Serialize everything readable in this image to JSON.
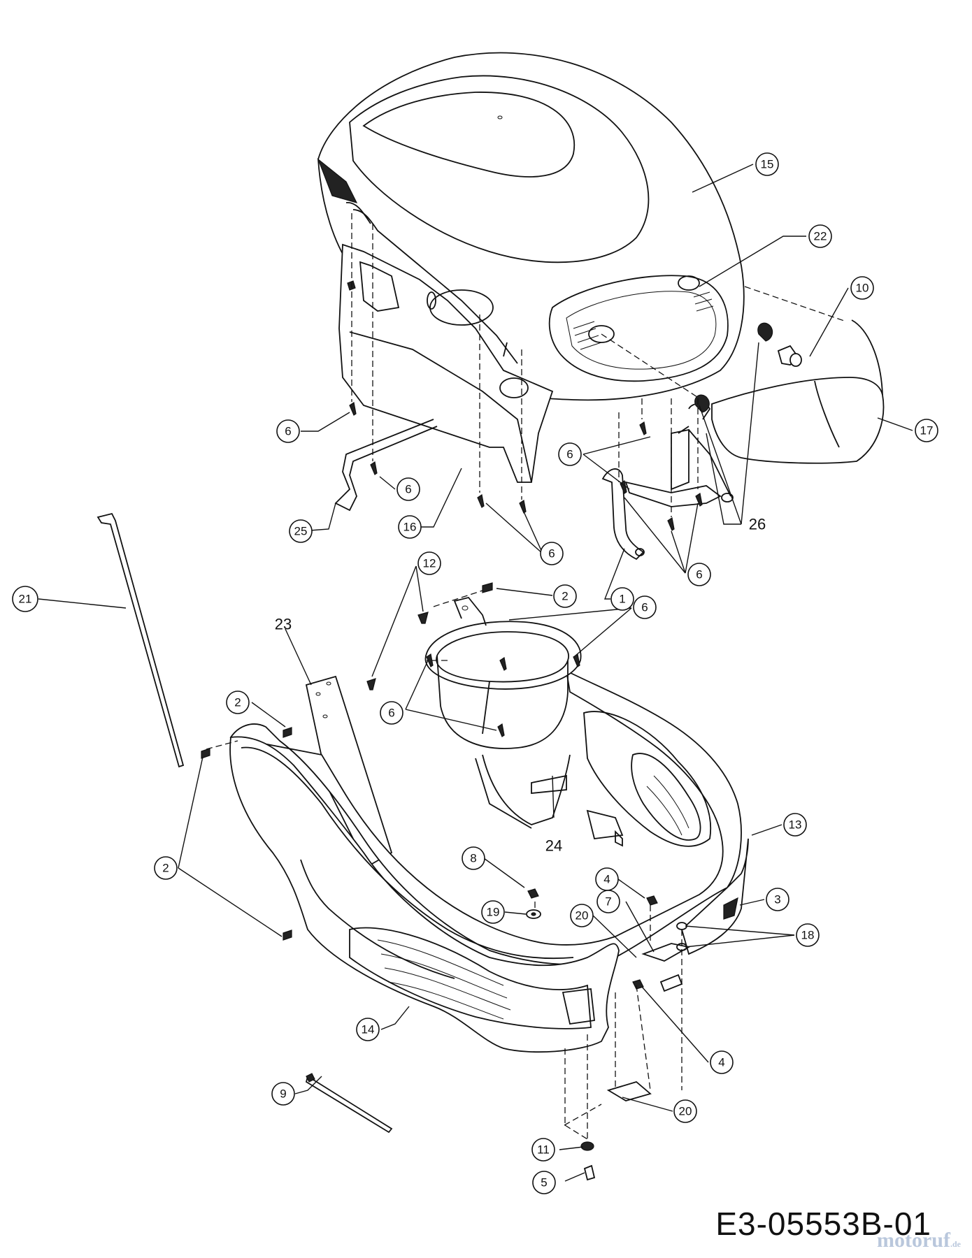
{
  "callouts": [
    {
      "label": "15",
      "circled": true
    },
    {
      "label": "22",
      "circled": true
    },
    {
      "label": "10",
      "circled": true
    },
    {
      "label": "17",
      "circled": true
    },
    {
      "label": "6",
      "circled": true
    },
    {
      "label": "6",
      "circled": true
    },
    {
      "label": "6",
      "circled": true
    },
    {
      "label": "25",
      "circled": true
    },
    {
      "label": "16",
      "circled": true
    },
    {
      "label": "6",
      "circled": true
    },
    {
      "label": "26",
      "circled": false
    },
    {
      "label": "6",
      "circled": true
    },
    {
      "label": "1",
      "circled": true
    },
    {
      "label": "21",
      "circled": true
    },
    {
      "label": "12",
      "circled": true
    },
    {
      "label": "2",
      "circled": true
    },
    {
      "label": "6",
      "circled": true
    },
    {
      "label": "23",
      "circled": false
    },
    {
      "label": "2",
      "circled": true
    },
    {
      "label": "6",
      "circled": true
    },
    {
      "label": "24",
      "circled": false
    },
    {
      "label": "13",
      "circled": true
    },
    {
      "label": "2",
      "circled": true
    },
    {
      "label": "8",
      "circled": true
    },
    {
      "label": "19",
      "circled": true
    },
    {
      "label": "4",
      "circled": true
    },
    {
      "label": "7",
      "circled": true
    },
    {
      "label": "3",
      "circled": true
    },
    {
      "label": "18",
      "circled": true
    },
    {
      "label": "20",
      "circled": true
    },
    {
      "label": "14",
      "circled": true
    },
    {
      "label": "4",
      "circled": true
    },
    {
      "label": "9",
      "circled": true
    },
    {
      "label": "20",
      "circled": true
    },
    {
      "label": "11",
      "circled": true
    },
    {
      "label": "5",
      "circled": true
    }
  ],
  "drawing_code": "E3-05553B-01",
  "watermark": {
    "text": "motoruf",
    "suffix": ".de"
  }
}
